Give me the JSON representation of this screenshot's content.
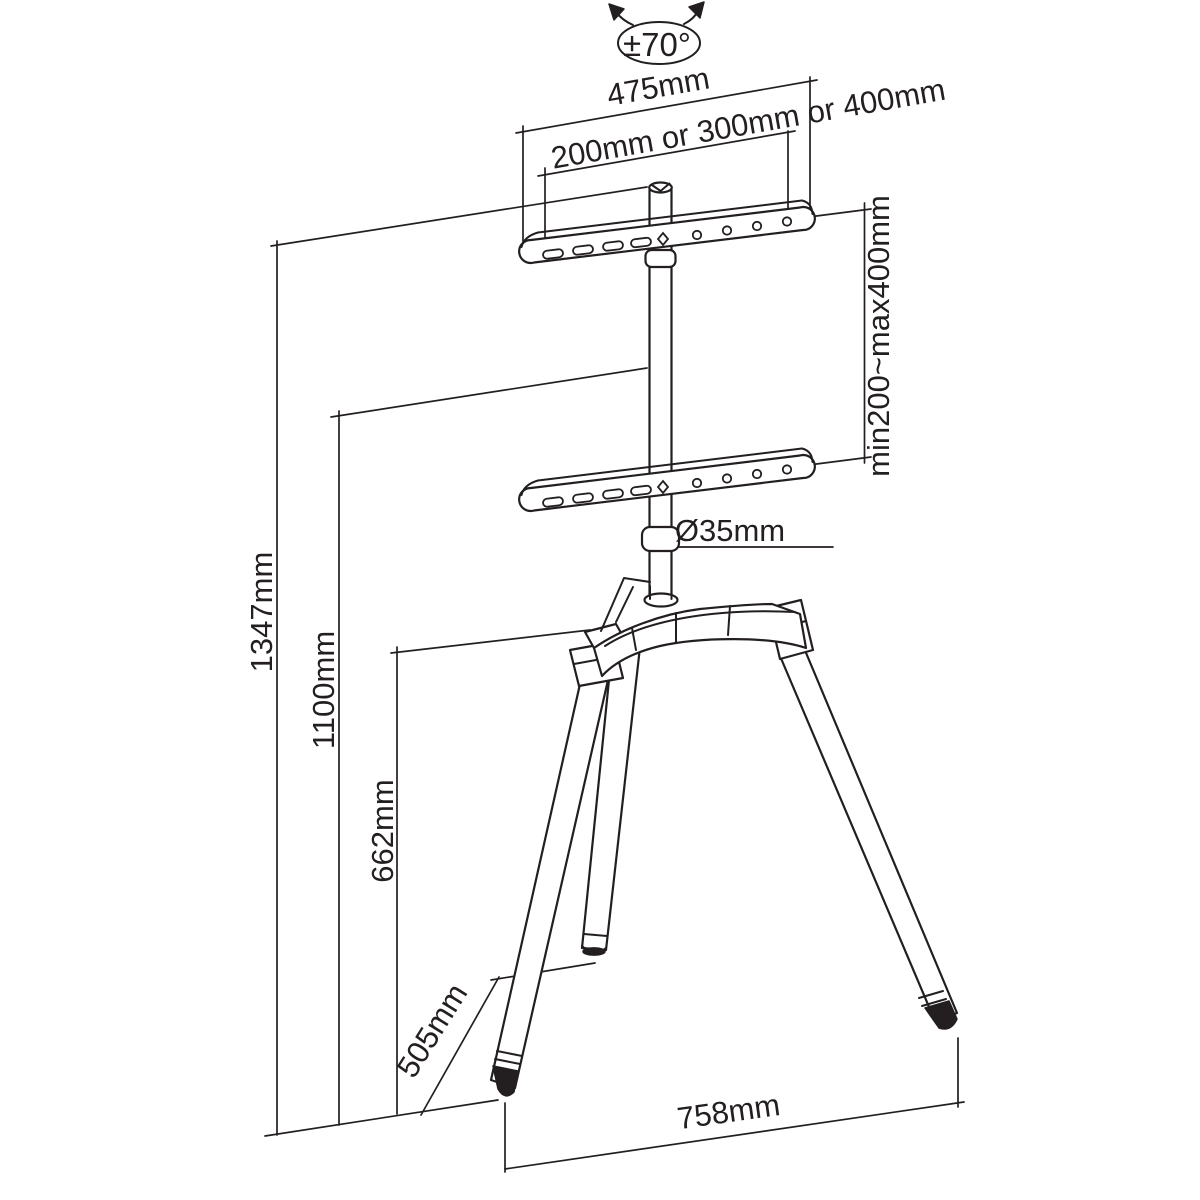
{
  "diagram": {
    "labels": {
      "rotation": "±70°",
      "top_width": "475mm",
      "vesa_width": "200mm or 300mm or 400mm",
      "vesa_height": "min200~max400mm",
      "pole_diameter": "Ø35mm",
      "total_height": "1347mm",
      "column_height": "1100mm",
      "hub_height": "662mm",
      "depth": "505mm",
      "base_width": "758mm"
    },
    "colors": {
      "line": "#231f20",
      "background": "#ffffff"
    }
  }
}
